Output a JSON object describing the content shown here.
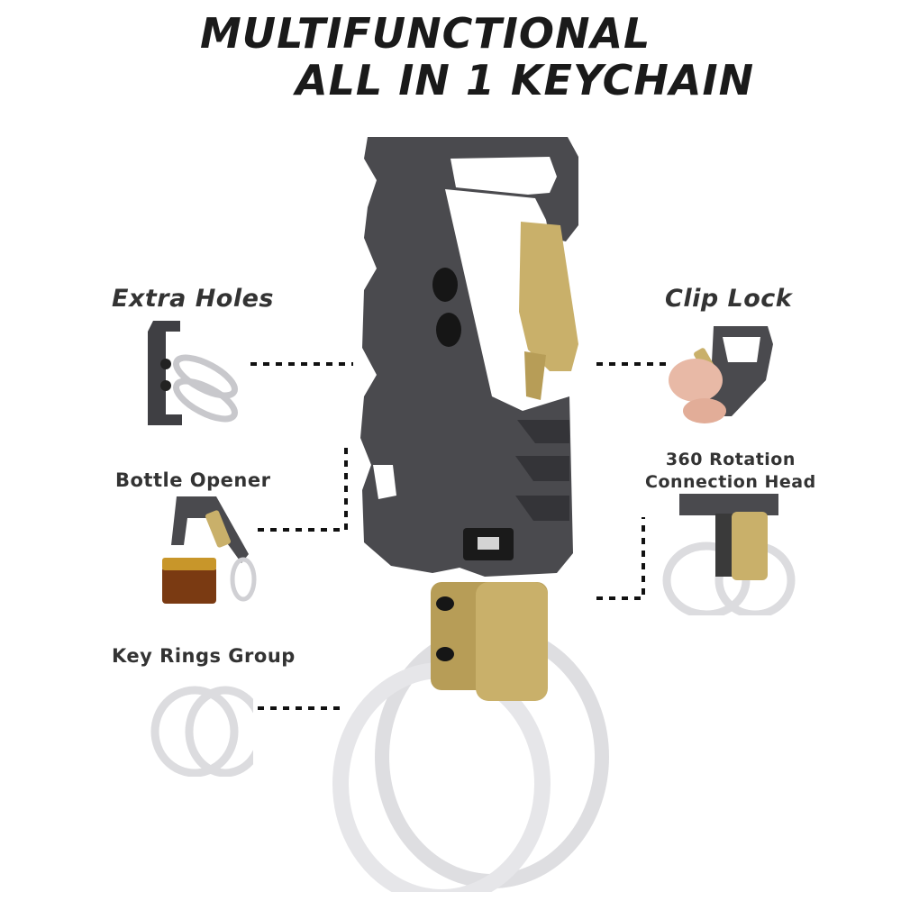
{
  "headline": {
    "line1": "MULTIFUNCTIONAL",
    "line2": "ALL IN 1 KEYCHAIN"
  },
  "features": {
    "extra_holes": "Extra Holes",
    "clip_lock": "Clip Lock",
    "bottle_opener": "Bottle Opener",
    "rotation_line1": "360  Rotation",
    "rotation_line2": "Connection Head",
    "key_rings": "Key Rings Group"
  },
  "colors": {
    "gunmetal": "#4a4a4e",
    "brass": "#c9b06a",
    "ring_silver": "#d9d9dc",
    "text_dark": "#333333",
    "headline": "#1a1a1a"
  }
}
